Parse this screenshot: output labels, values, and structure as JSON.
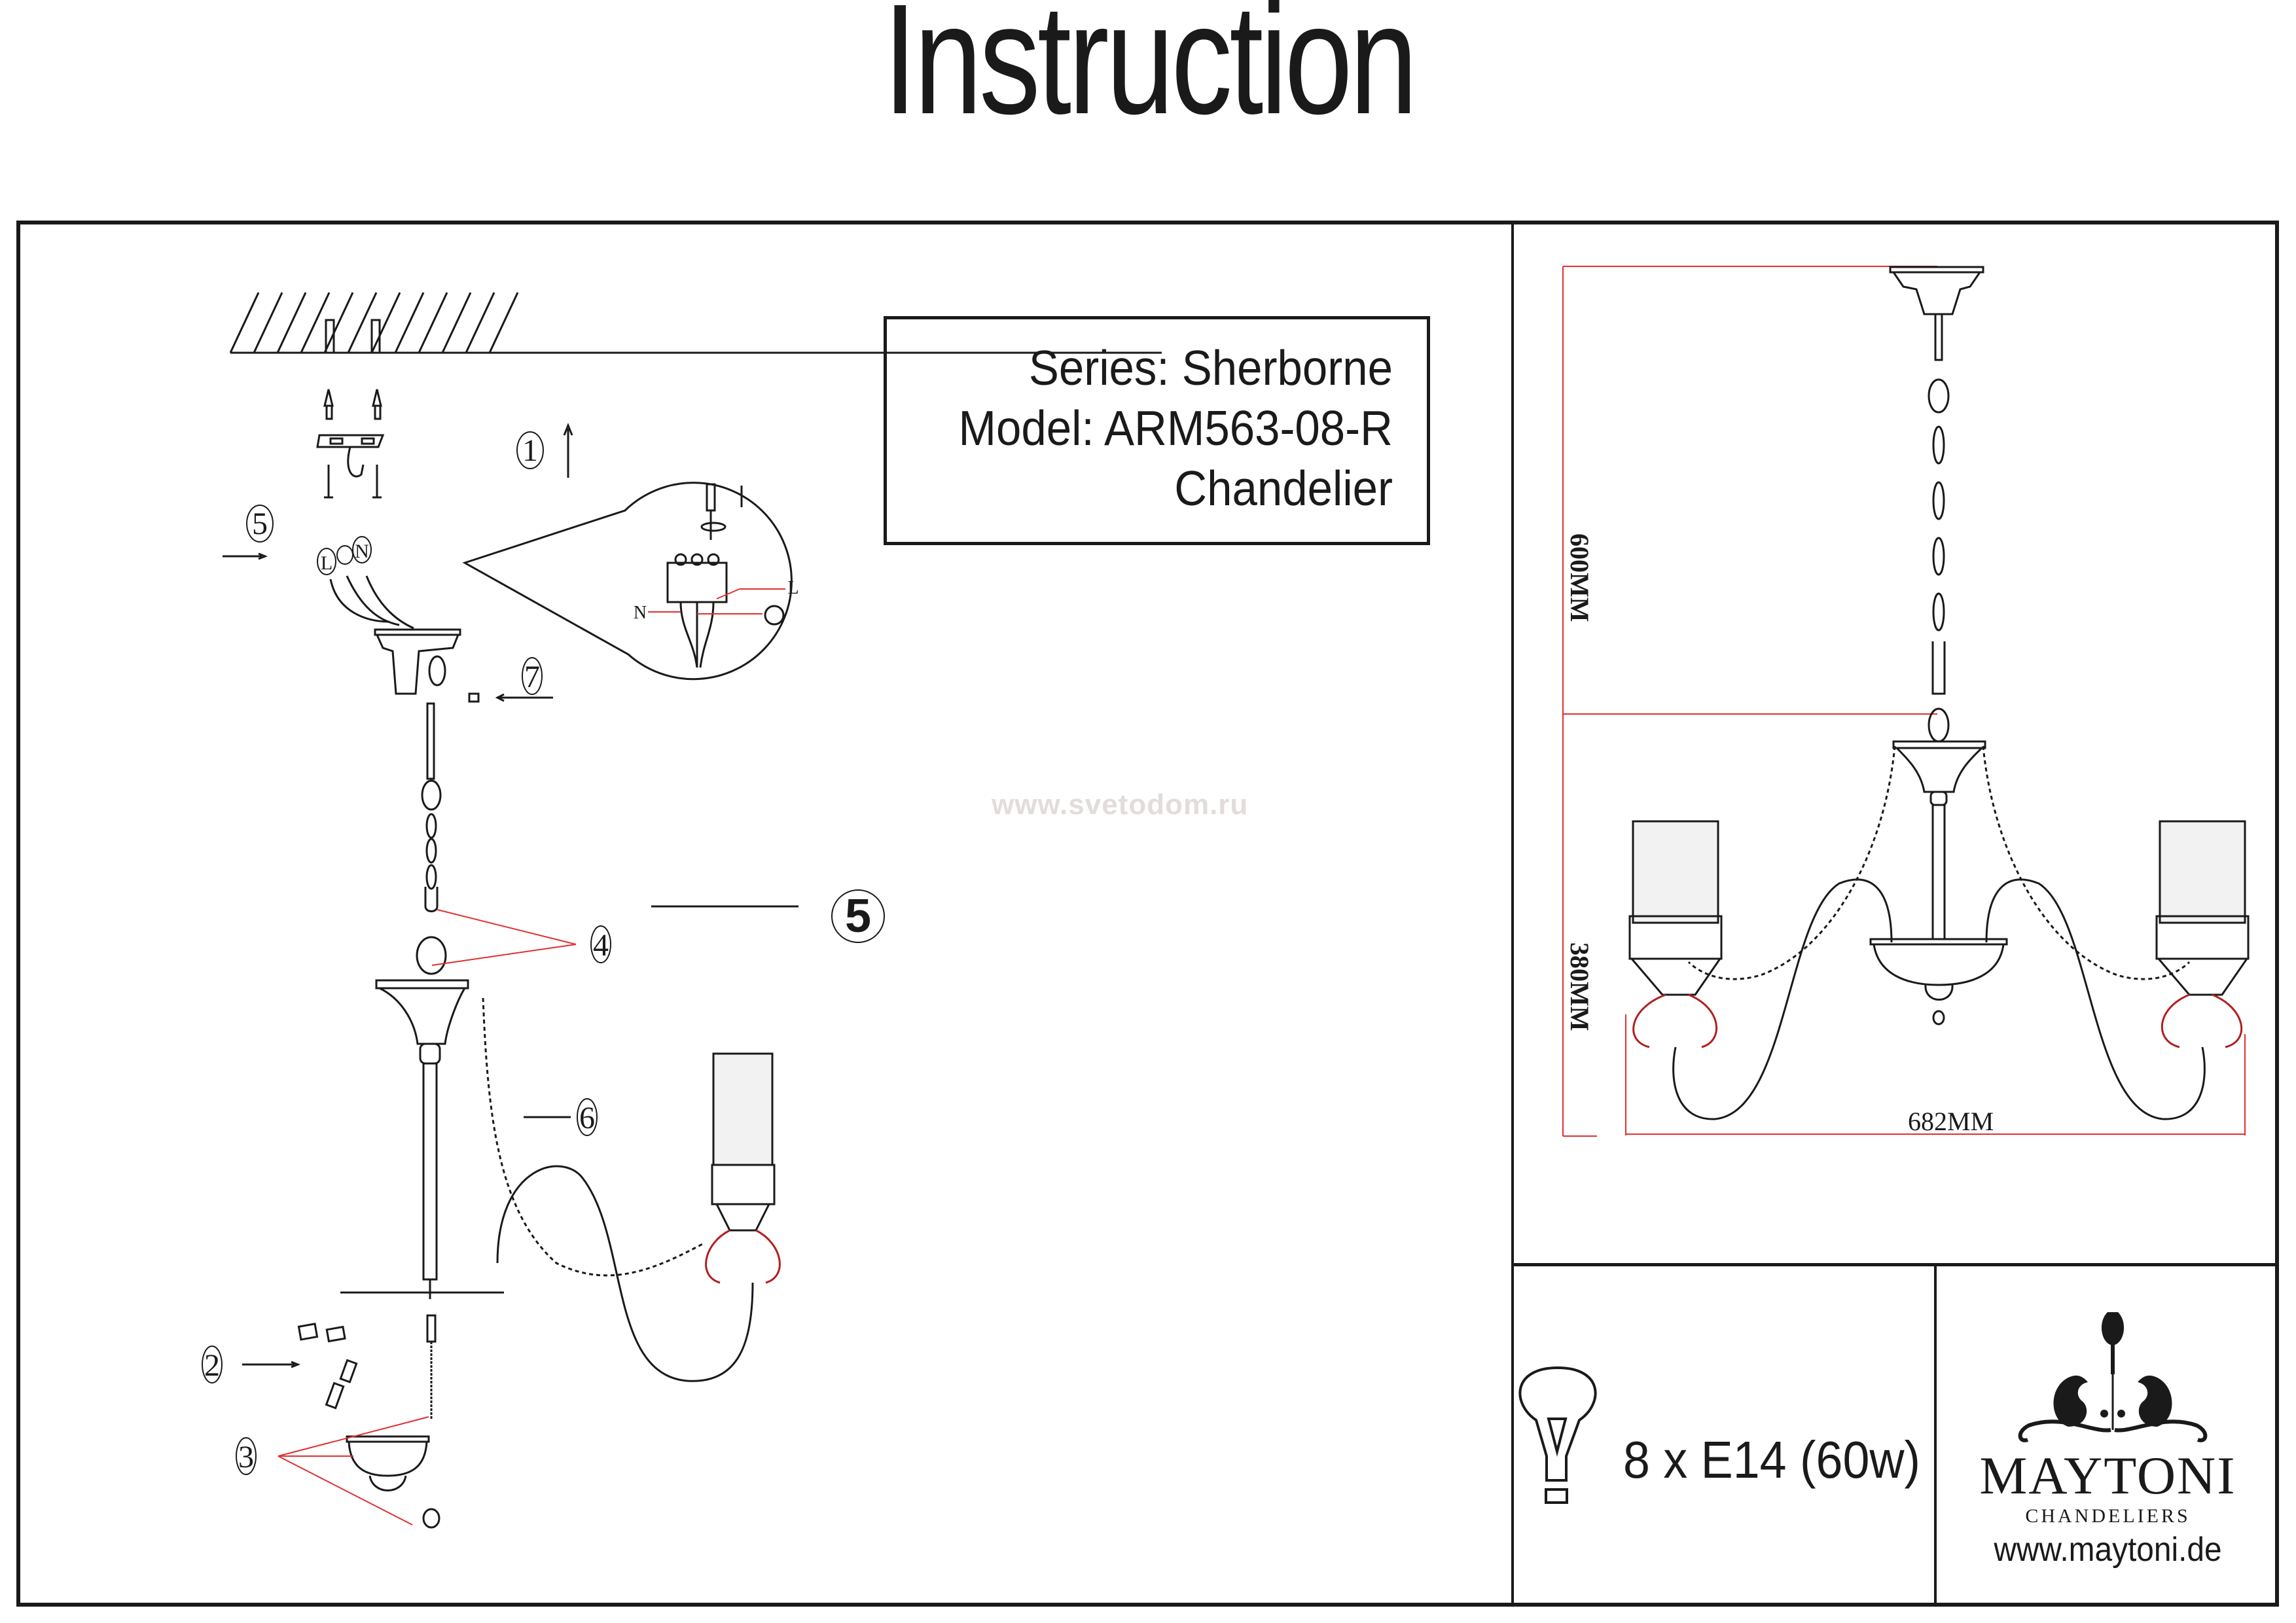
{
  "document": {
    "title": "Instruction",
    "watermark": "www.svetodom.ru"
  },
  "product_info": {
    "series": "Series: Sherborne",
    "model": "Model: ARM563-08-R",
    "type": "Chandelier"
  },
  "assembly_steps": {
    "step1": "1",
    "step2": "2",
    "step3": "3",
    "step4": "4",
    "step5_top": "5",
    "step5_side": "5",
    "step6": "6",
    "step7": "7"
  },
  "wiring": {
    "live": "L",
    "neutral": "N",
    "earth_icon": "ground-symbol"
  },
  "dimensions": {
    "total_height": "600MM",
    "body_height": "380MM",
    "width": "682MM"
  },
  "bulb": {
    "icon": "light-bulb-icon",
    "spec": "8 x E14 (60w)"
  },
  "brand": {
    "logo_icon": "maytoni-ornament-logo",
    "name": "MAYTONI",
    "subtitle": "CHANDELIERS",
    "url": "www.maytoni.de"
  },
  "colors": {
    "line": "#1a1a1a",
    "dimension": "#e03030",
    "watermark": "#e2dcda"
  }
}
